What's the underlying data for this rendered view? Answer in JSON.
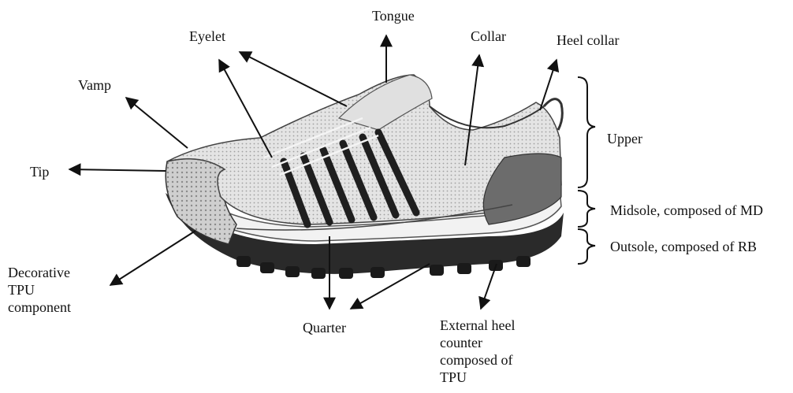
{
  "labels": {
    "tongue": "Tongue",
    "eyelet": "Eyelet",
    "collar": "Collar",
    "heel_collar": "Heel collar",
    "vamp": "Vamp",
    "tip": "Tip",
    "upper": "Upper",
    "midsole": "Midsole, composed of MD",
    "outsole": "Outsole, composed of RB",
    "decorative_tpu": [
      "Decorative",
      "TPU",
      "component"
    ],
    "quarter": "Quarter",
    "external_heel_counter": [
      "External heel",
      "counter",
      "composed of",
      "TPU"
    ]
  },
  "colors": {
    "ink": "#111111",
    "shoe_dark": "#2a2a2a",
    "shoe_mid": "#7a7a7a",
    "shoe_light": "#d9d9d9"
  }
}
